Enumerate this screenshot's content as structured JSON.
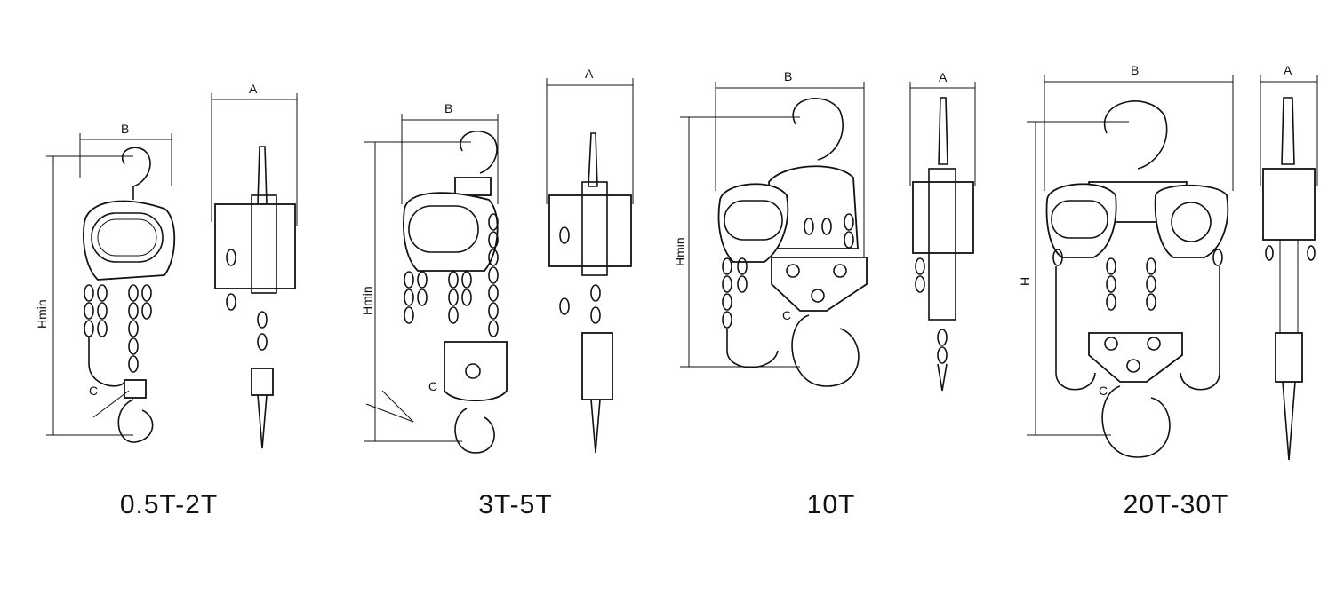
{
  "captions": [
    "0.5T-2T",
    "3T-5T",
    "10T",
    "20T-30T"
  ],
  "dims": {
    "A": "A",
    "B": "B",
    "C": "C",
    "Hmin": "Hmin",
    "H": "H"
  },
  "colors": {
    "line": "#111111",
    "background": "#ffffff"
  }
}
